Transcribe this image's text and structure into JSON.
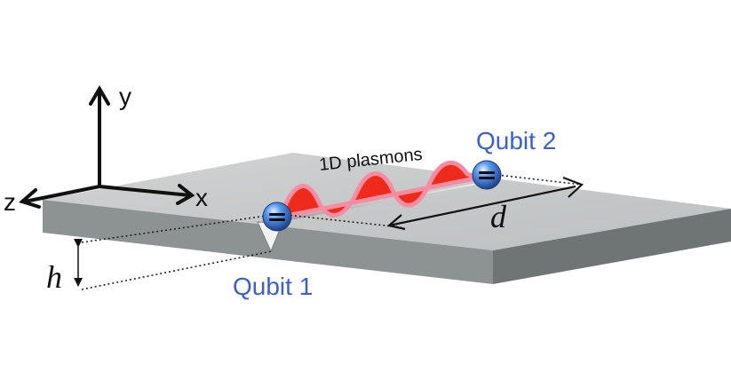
{
  "labels": {
    "axis_y": "y",
    "axis_x": "x",
    "axis_z": "z",
    "height": "h",
    "distance": "d",
    "qubit1": "Qubit 1",
    "qubit2": "Qubit 2",
    "plasmons": "1D plasmons"
  },
  "colors": {
    "qubit_text": "#3b5fcf",
    "slab_top": "#c9cbcb",
    "slab_front": "#8b9090",
    "slab_side": "#6f7474",
    "plasmon_fill": "#ee2a1a",
    "plasmon_outline": "#f58ca2",
    "electron": "#2f6fd6"
  }
}
